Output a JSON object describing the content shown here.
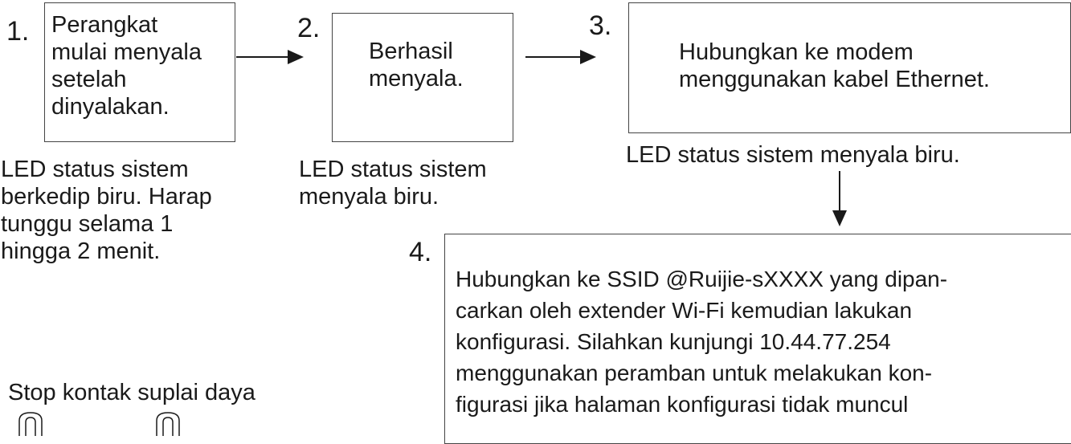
{
  "steps": [
    {
      "number": "1.",
      "box_lines": [
        "Perangkat",
        "mulai menyala",
        "setelah",
        "dinyalakan."
      ],
      "caption_lines": [
        "LED status sistem",
        "berkedip biru. Harap",
        "tunggu selama 1",
        "hingga 2 menit."
      ]
    },
    {
      "number": "2.",
      "box_lines": [
        "Berhasil",
        "menyala."
      ],
      "caption_lines": [
        "LED status sistem",
        "menyala biru."
      ]
    },
    {
      "number": "3.",
      "box_lines": [
        "Hubungkan ke modem",
        "menggunakan kabel Ethernet."
      ],
      "caption_lines": [
        "LED status sistem menyala biru."
      ]
    },
    {
      "number": "4.",
      "box_lines": [
        "Hubungkan ke SSID @Ruijie-sXXXX yang dipan-",
        "carkan oleh extender Wi-Fi kemudian lakukan",
        "konfigurasi. Silahkan kunjungi 10.44.77.254",
        "menggunakan peramban untuk melakukan kon-",
        "figurasi jika halaman konfigurasi tidak muncul"
      ]
    }
  ],
  "power_label": "Stop kontak suplai daya",
  "colors": {
    "line": "#1a1a1a",
    "border": "#444444"
  }
}
